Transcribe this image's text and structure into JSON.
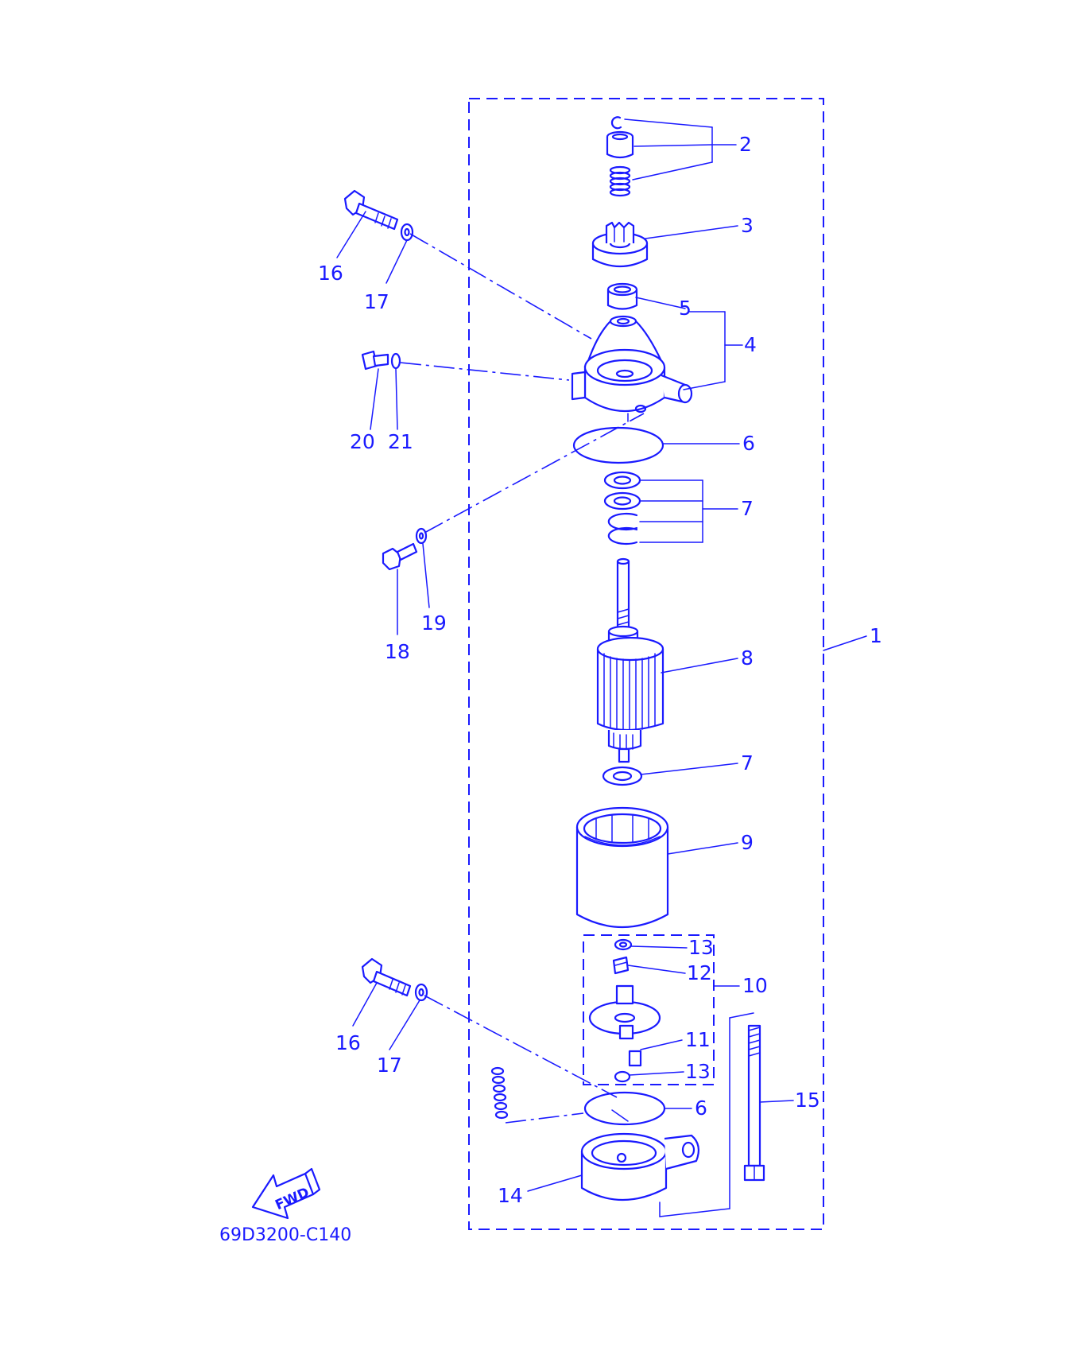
{
  "diagram": {
    "drawing_code": "69D3200-C140",
    "direction_arrow_label": "FWD",
    "callouts": {
      "c1": "1",
      "c2": "2",
      "c3": "3",
      "c4": "4",
      "c5": "5",
      "c6a": "6",
      "c6b": "6",
      "c7a": "7",
      "c7b": "7",
      "c8": "8",
      "c9": "9",
      "c10": "10",
      "c11": "11",
      "c12": "12",
      "c13a": "13",
      "c13b": "13",
      "c14": "14",
      "c15": "15",
      "c16a": "16",
      "c16b": "16",
      "c17a": "17",
      "c17b": "17",
      "c18": "18",
      "c19": "19",
      "c20": "20",
      "c21": "21"
    }
  },
  "colors": {
    "ink": "#1a1aff",
    "background": "#ffffff"
  }
}
